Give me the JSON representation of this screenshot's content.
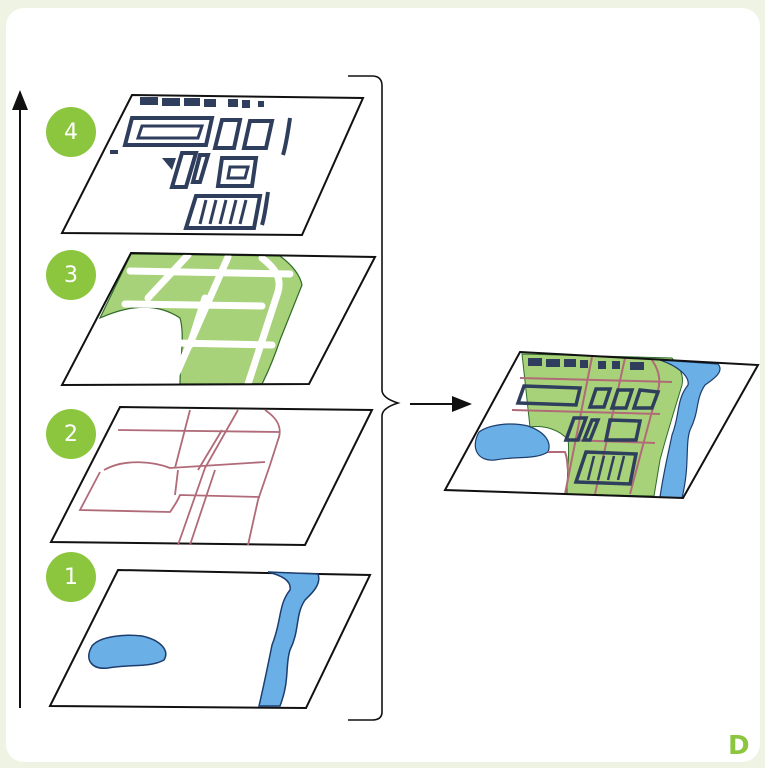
{
  "layers": [
    {
      "number": "4",
      "content": "buildings"
    },
    {
      "number": "3",
      "content": "green-parcels"
    },
    {
      "number": "2",
      "content": "road-network"
    },
    {
      "number": "1",
      "content": "water-bodies"
    }
  ],
  "corner_letter": "D",
  "colors": {
    "badge": "#8cc63f",
    "background": "#eef3e3",
    "water": "#6ab0e6",
    "green": "#a8d27a",
    "roads": "#b06a78",
    "buildings": "#2e3e5c",
    "outline": "#111111"
  }
}
